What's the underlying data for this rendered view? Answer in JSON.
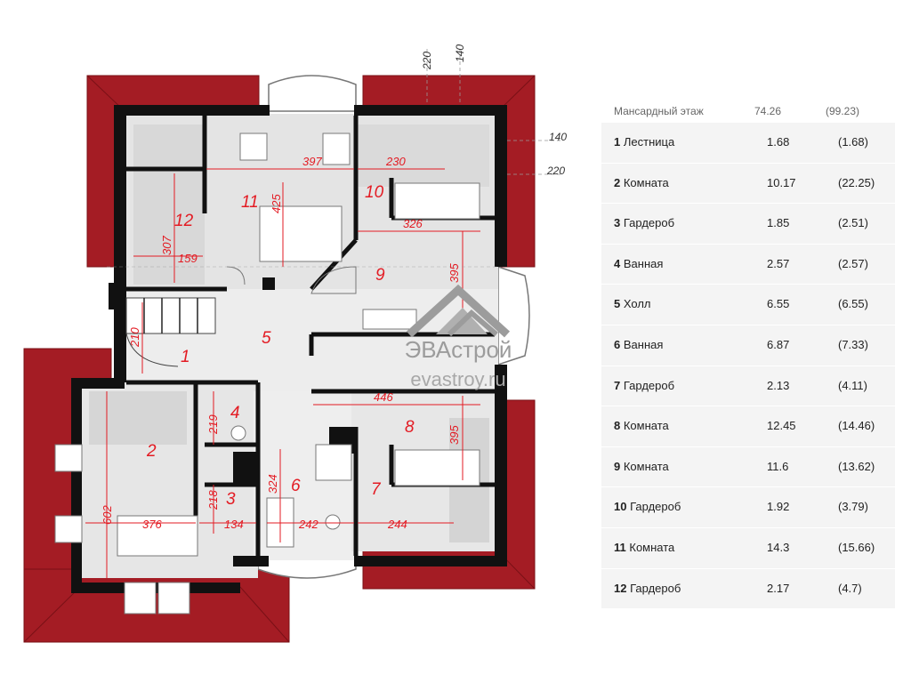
{
  "legend": {
    "header": {
      "label": "Мансардный этаж",
      "area": "74.26",
      "total": "(99.23)"
    },
    "rows": [
      {
        "num": "1",
        "name": "Лестница",
        "area": "1.68",
        "total": "(1.68)"
      },
      {
        "num": "2",
        "name": "Комната",
        "area": "10.17",
        "total": "(22.25)"
      },
      {
        "num": "3",
        "name": "Гардероб",
        "area": "1.85",
        "total": "(2.51)"
      },
      {
        "num": "4",
        "name": "Ванная",
        "area": "2.57",
        "total": "(2.57)"
      },
      {
        "num": "5",
        "name": "Холл",
        "area": "6.55",
        "total": "(6.55)"
      },
      {
        "num": "6",
        "name": "Ванная",
        "area": "6.87",
        "total": "(7.33)"
      },
      {
        "num": "7",
        "name": "Гардероб",
        "area": "2.13",
        "total": "(4.11)"
      },
      {
        "num": "8",
        "name": "Комната",
        "area": "12.45",
        "total": "(14.46)"
      },
      {
        "num": "9",
        "name": "Комната",
        "area": "11.6",
        "total": "(13.62)"
      },
      {
        "num": "10",
        "name": "Гардероб",
        "area": "1.92",
        "total": "(3.79)"
      },
      {
        "num": "11",
        "name": "Комната",
        "area": "14.3",
        "total": "(15.66)"
      },
      {
        "num": "12",
        "name": "Гардероб",
        "area": "2.17",
        "total": "(4.7)"
      }
    ]
  },
  "plan": {
    "room_numbers": [
      "1",
      "2",
      "3",
      "4",
      "5",
      "6",
      "7",
      "8",
      "9",
      "10",
      "11",
      "12"
    ],
    "dimensions": {
      "d397": "397",
      "d230": "230",
      "d425": "425",
      "d326": "326",
      "d307": "307",
      "d159": "159",
      "d395a": "395",
      "d210": "210",
      "d446": "446",
      "d395b": "395",
      "d219": "219",
      "d324": "324",
      "d218": "218",
      "d134": "134",
      "d376": "376",
      "d602": "602",
      "d242": "242",
      "d244": "244",
      "t220": "220",
      "t140": "140",
      "r140": "140",
      "r220": "220"
    },
    "colors": {
      "roof": "#a41c24",
      "dimension": "#e31b23",
      "floor": "#e6e6e6"
    }
  },
  "watermark": {
    "brand": "ЭВАстрой",
    "site": "evastroy.ru"
  }
}
